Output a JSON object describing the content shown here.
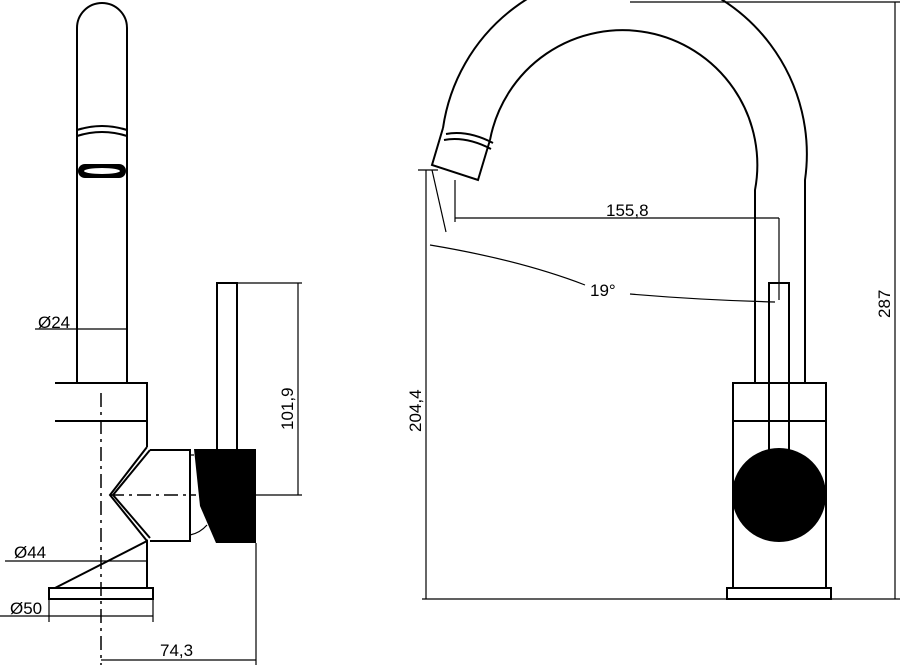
{
  "drawing": {
    "side_view": {
      "dimensions": {
        "spout_diameter": "Ø24",
        "body_diameter": "Ø44",
        "base_diameter": "Ø50",
        "depth": "74,3",
        "handle_height": "101,9"
      }
    },
    "front_view": {
      "dimensions": {
        "reach": "155,8",
        "swivel_angle": "19°",
        "spout_height": "204,4",
        "total_height": "287"
      }
    },
    "colors": {
      "line": "#000000",
      "background": "#ffffff",
      "handle_fill": "#000000"
    }
  }
}
